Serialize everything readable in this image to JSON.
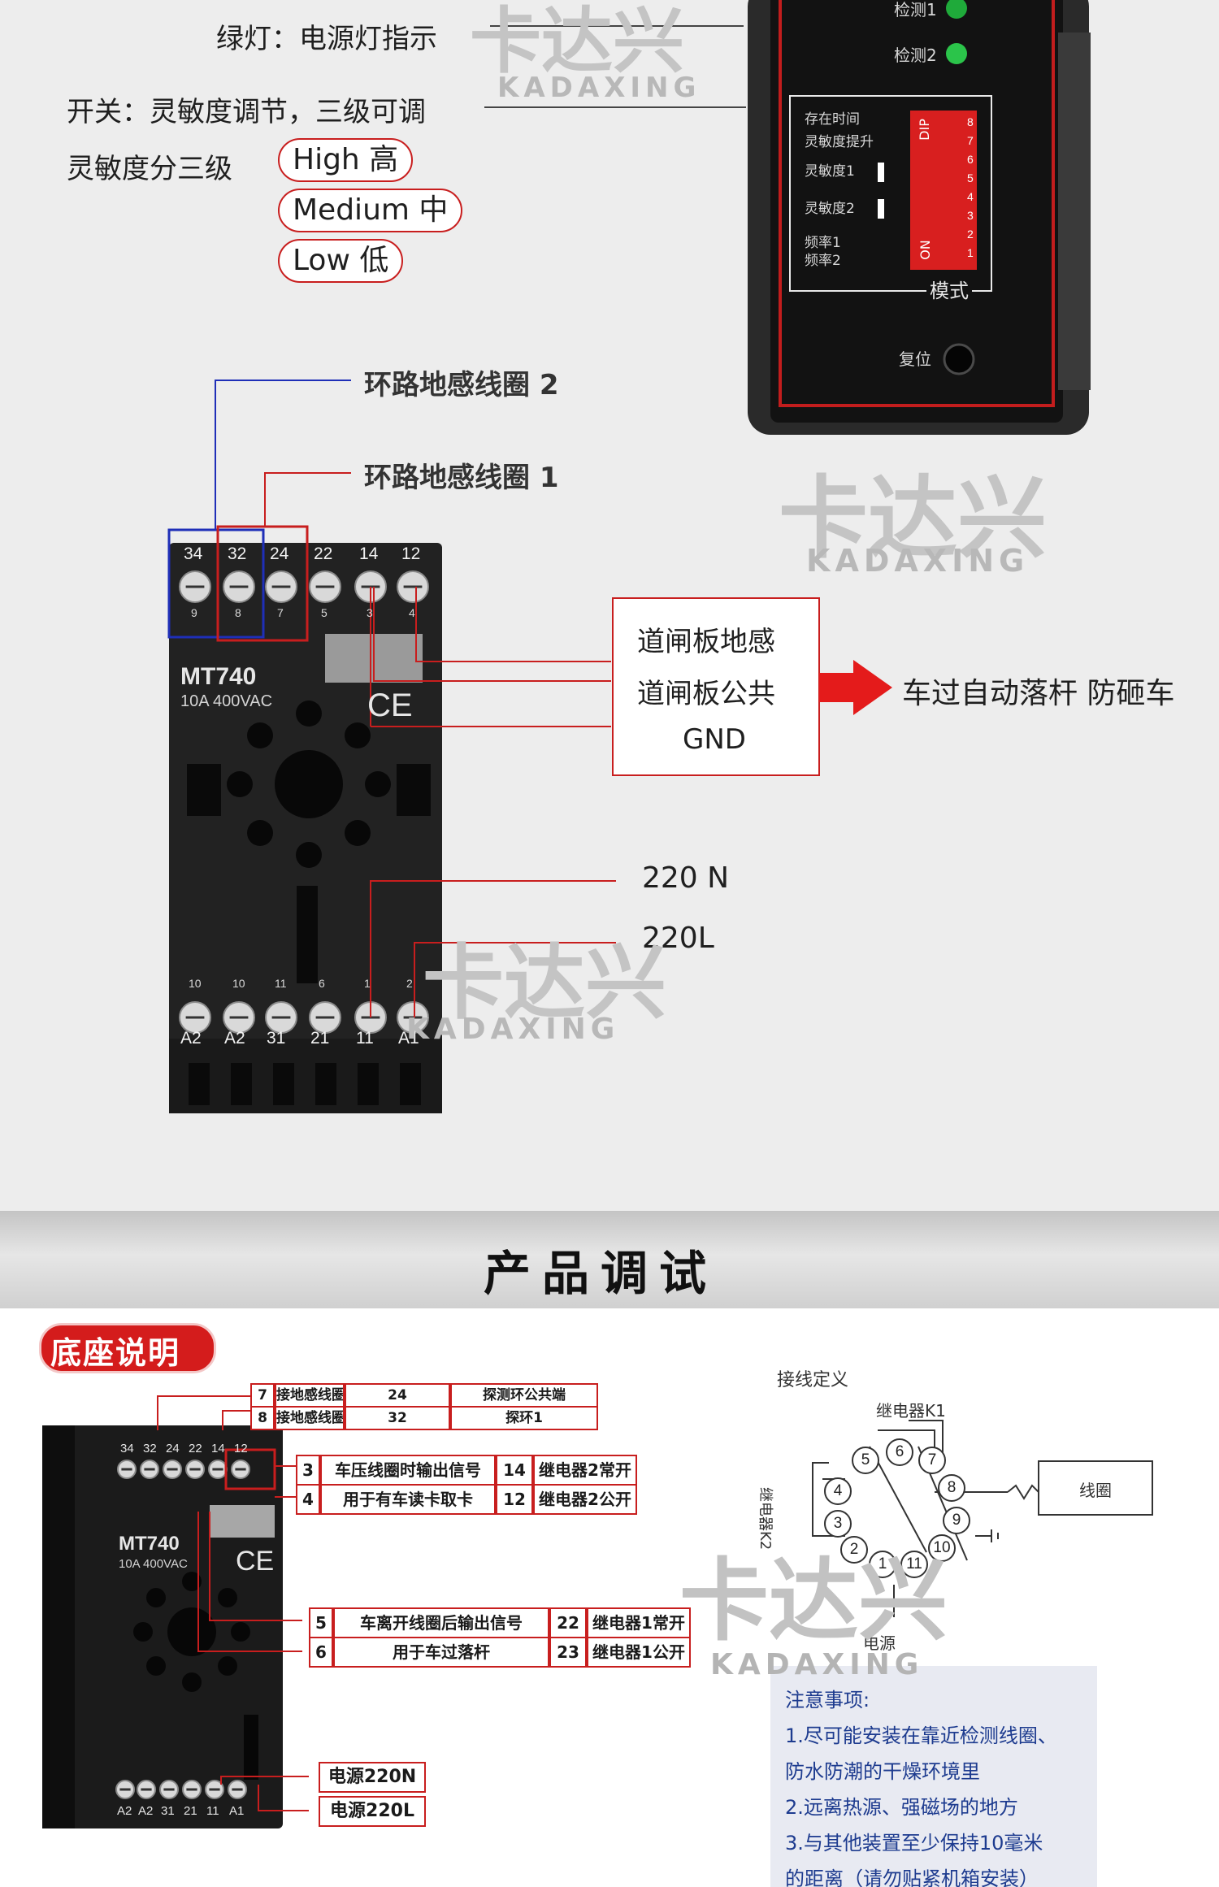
{
  "top": {
    "green_light_label": "绿灯：电源灯指示",
    "switch_label": "开关：灵敏度调节，三级可调",
    "sensitivity_label": "灵敏度分三级",
    "levels": [
      "High 高",
      "Medium 中",
      "Low 低"
    ],
    "device_panel": {
      "indicators": [
        "检测1",
        "检测2"
      ],
      "dip_labels": [
        "存在时间",
        "灵敏度提升",
        "灵敏度1",
        "灵敏度2",
        "频率1",
        "频率2"
      ],
      "dip_side_label": "DIP",
      "dip_on_label": "ON",
      "dip_numbers": [
        "8",
        "7",
        "6",
        "5",
        "4",
        "3",
        "2",
        "1"
      ],
      "mode_label": "模式",
      "reset_label": "复位"
    },
    "coil2_label": "环路地感线圈  2",
    "coil1_label": "环路地感线圈  1",
    "socket": {
      "model": "MT740",
      "rating": "10A 400VAC",
      "ce_mark": "CE",
      "top_terminals": [
        "34",
        "32",
        "24",
        "22",
        "14",
        "12"
      ],
      "top_sub": [
        "9",
        "8",
        "7",
        "5",
        "3",
        "4"
      ],
      "bottom_sub": [
        "10",
        "10",
        "11",
        "6",
        "1",
        "2"
      ],
      "bottom_terminals": [
        "A2",
        "A2",
        "31",
        "21",
        "11",
        "A1"
      ]
    },
    "callout_lines": [
      "道闸板地感",
      "道闸板公共",
      "GND"
    ],
    "result_text": "车过自动落杆 防砸车",
    "n_label": "220 N",
    "l_label": "220L"
  },
  "watermark": {
    "cn": "卡达兴",
    "en": "KADAXING"
  },
  "section_title": "产品调试",
  "bottom": {
    "base_title": "底座说明",
    "socket": {
      "model": "MT740",
      "rating": "10A 400VAC",
      "ce_mark": "CE"
    },
    "table_rows": [
      {
        "num": "7",
        "desc": "接地感线圈",
        "num2": "24",
        "desc2": "探测环公共端"
      },
      {
        "num": "8",
        "desc": "接地感线圈",
        "num2": "32",
        "desc2": "探环1"
      },
      {
        "num": "3",
        "desc": "车压线圈时输出信号",
        "num2": "14",
        "desc2": "继电器2常开"
      },
      {
        "num": "4",
        "desc": "用于有车读卡取卡",
        "num2": "12",
        "desc2": "继电器2公开"
      },
      {
        "num": "5",
        "desc": "车离开线圈后输出信号",
        "num2": "22",
        "desc2": "继电器1常开"
      },
      {
        "num": "6",
        "desc": "用于车过落杆",
        "num2": "23",
        "desc2": "继电器1公开"
      }
    ],
    "power_rows": [
      "电源220N",
      "电源220L"
    ],
    "wiring": {
      "title": "接线定义",
      "relay_k1": "继电器K1",
      "relay_k2": "继电器K2",
      "coil": "线圈",
      "power": "电源",
      "pins": [
        "1",
        "2",
        "3",
        "4",
        "5",
        "6",
        "7",
        "8",
        "9",
        "10",
        "11"
      ]
    },
    "notes": {
      "title": "注意事项:",
      "lines": [
        "1.尽可能安装在靠近检测线圈、",
        "防水防潮的干燥环境里",
        "2.远离热源、强磁场的地方",
        "3.与其他装置至少保持10毫米",
        "的距离（请勿贴紧机箱安装）"
      ]
    }
  }
}
